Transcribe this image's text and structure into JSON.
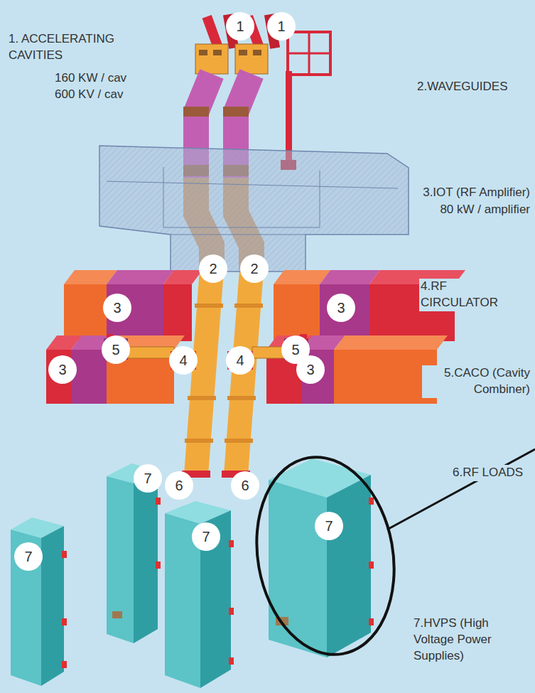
{
  "diagram": {
    "labels": [
      "1. ACCELERATING CAVITIES",
      "160 KW / cav",
      "600 KV / cav",
      "2.WAVEGUIDES",
      "3.IOT (RF Amplifier)",
      "80 kW / amplifier",
      "4.RF CIRCULATOR",
      "5.CACO (Cavity Combiner)",
      "6.RF LOADS",
      "7.HVPS (High Voltage Power Supplies)",
      "1",
      "1",
      "2",
      "2",
      "3",
      "3",
      "3",
      "3",
      "4",
      "4",
      "5",
      "5",
      "6",
      "6",
      "7",
      "7",
      "7",
      "7"
    ]
  }
}
